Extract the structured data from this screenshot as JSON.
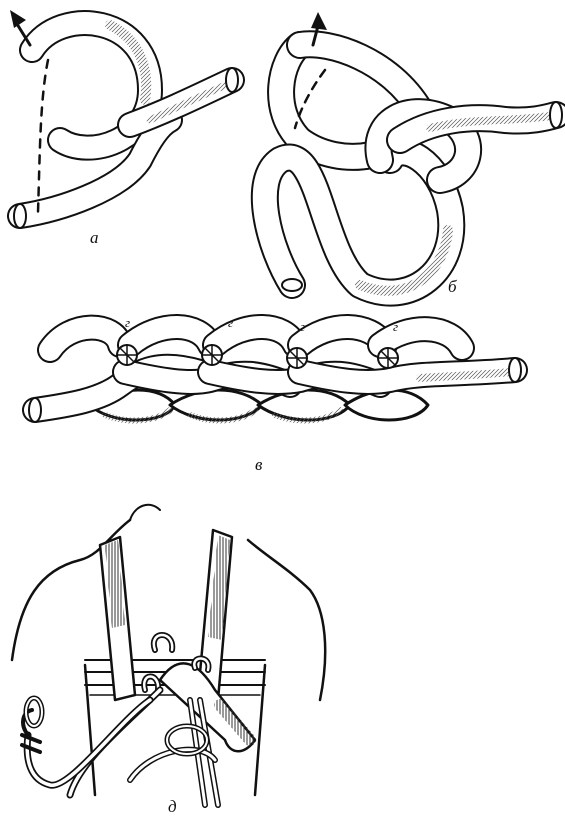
{
  "figure": {
    "panels": [
      {
        "id": "a",
        "label": "а"
      },
      {
        "id": "b",
        "label": "б"
      },
      {
        "id": "v",
        "label": "в"
      },
      {
        "id": "d",
        "label": "д"
      }
    ],
    "chain_markers": [
      "г",
      "г",
      "г",
      "г"
    ]
  },
  "colors": {
    "ink": "#111111",
    "rope_fill": "#ffffff",
    "rope_shade": "#8a8a8a",
    "strap_shade": "#555555"
  },
  "icons": [
    "arrow-up-icon",
    "rope",
    "toggle-pin-icon",
    "carabiner-icon"
  ]
}
